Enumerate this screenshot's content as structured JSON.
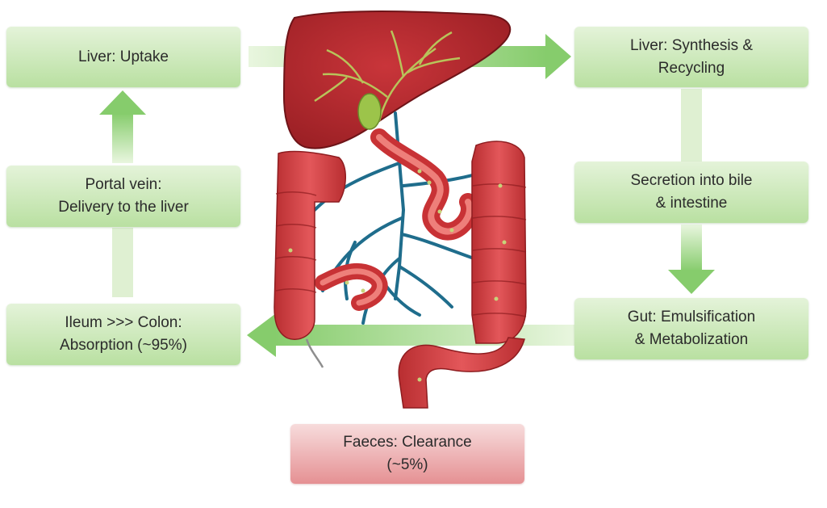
{
  "steps": {
    "liver_uptake": "Liver: Uptake",
    "liver_synthesis": "Liver: Synthesis &\nRecycling",
    "secretion": "Secretion into bile\n& intestine",
    "gut": "Gut: Emulsification\n& Metabolization",
    "absorption": "Ileum >>> Colon:\nAbsorption (~95%)",
    "portal_vein": "Portal vein:\nDelivery to the liver",
    "faeces": "Faeces: Clearance\n(~5%)"
  },
  "colors": {
    "green_box": "#b9e0a1",
    "arrow": "#8fd07a",
    "red_box": "#e59093",
    "liver": "#b8262a",
    "intestine": "#d9484a",
    "vessel": "#1f6d8c"
  },
  "icons": {
    "illustration": "liver-and-intestine-illustration"
  }
}
